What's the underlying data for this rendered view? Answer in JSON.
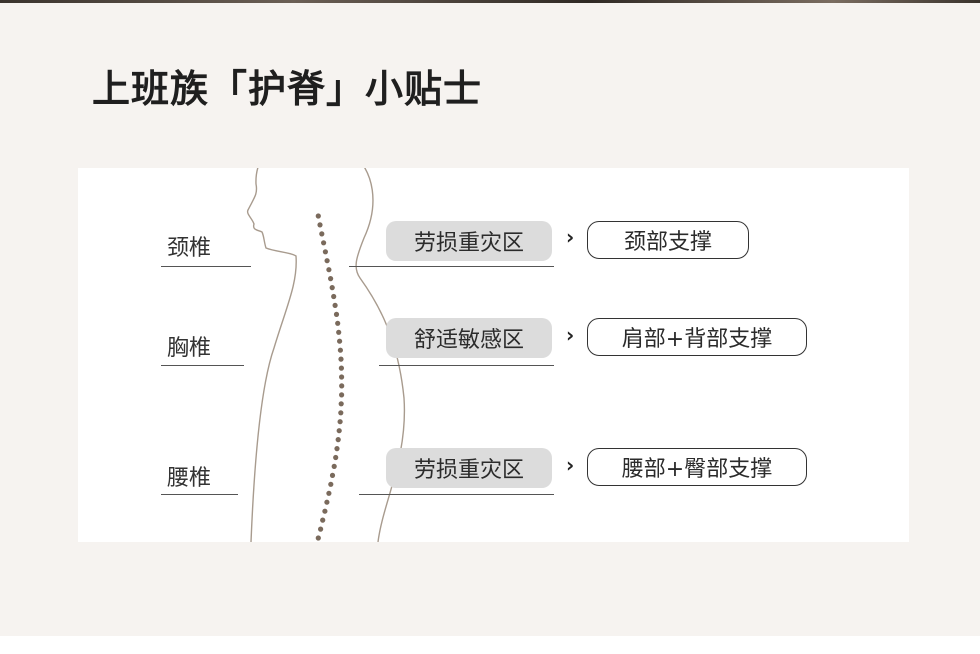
{
  "title": "上班族「护脊」小贴士",
  "rows": [
    {
      "spine": "颈椎",
      "zone": "劳损重灾区",
      "arrow": "›",
      "support": "颈部支撑"
    },
    {
      "spine": "胸椎",
      "zone": "舒适敏感区",
      "arrow": "›",
      "support": "肩部+背部支撑"
    },
    {
      "spine": "腰椎",
      "zone": "劳损重灾区",
      "arrow": "›",
      "support": "腰部+臀部支撑"
    }
  ],
  "colors": {
    "page_background": "#f6f3f0",
    "panel": "#ffffff",
    "zone_pill": "#dcdcdc",
    "spine_dots": "#7a6a5c",
    "figure_outline": "#a89b8e"
  },
  "icons": [
    "human-silhouette-icon",
    "spine-dots-icon",
    "chevron-right-icon"
  ]
}
